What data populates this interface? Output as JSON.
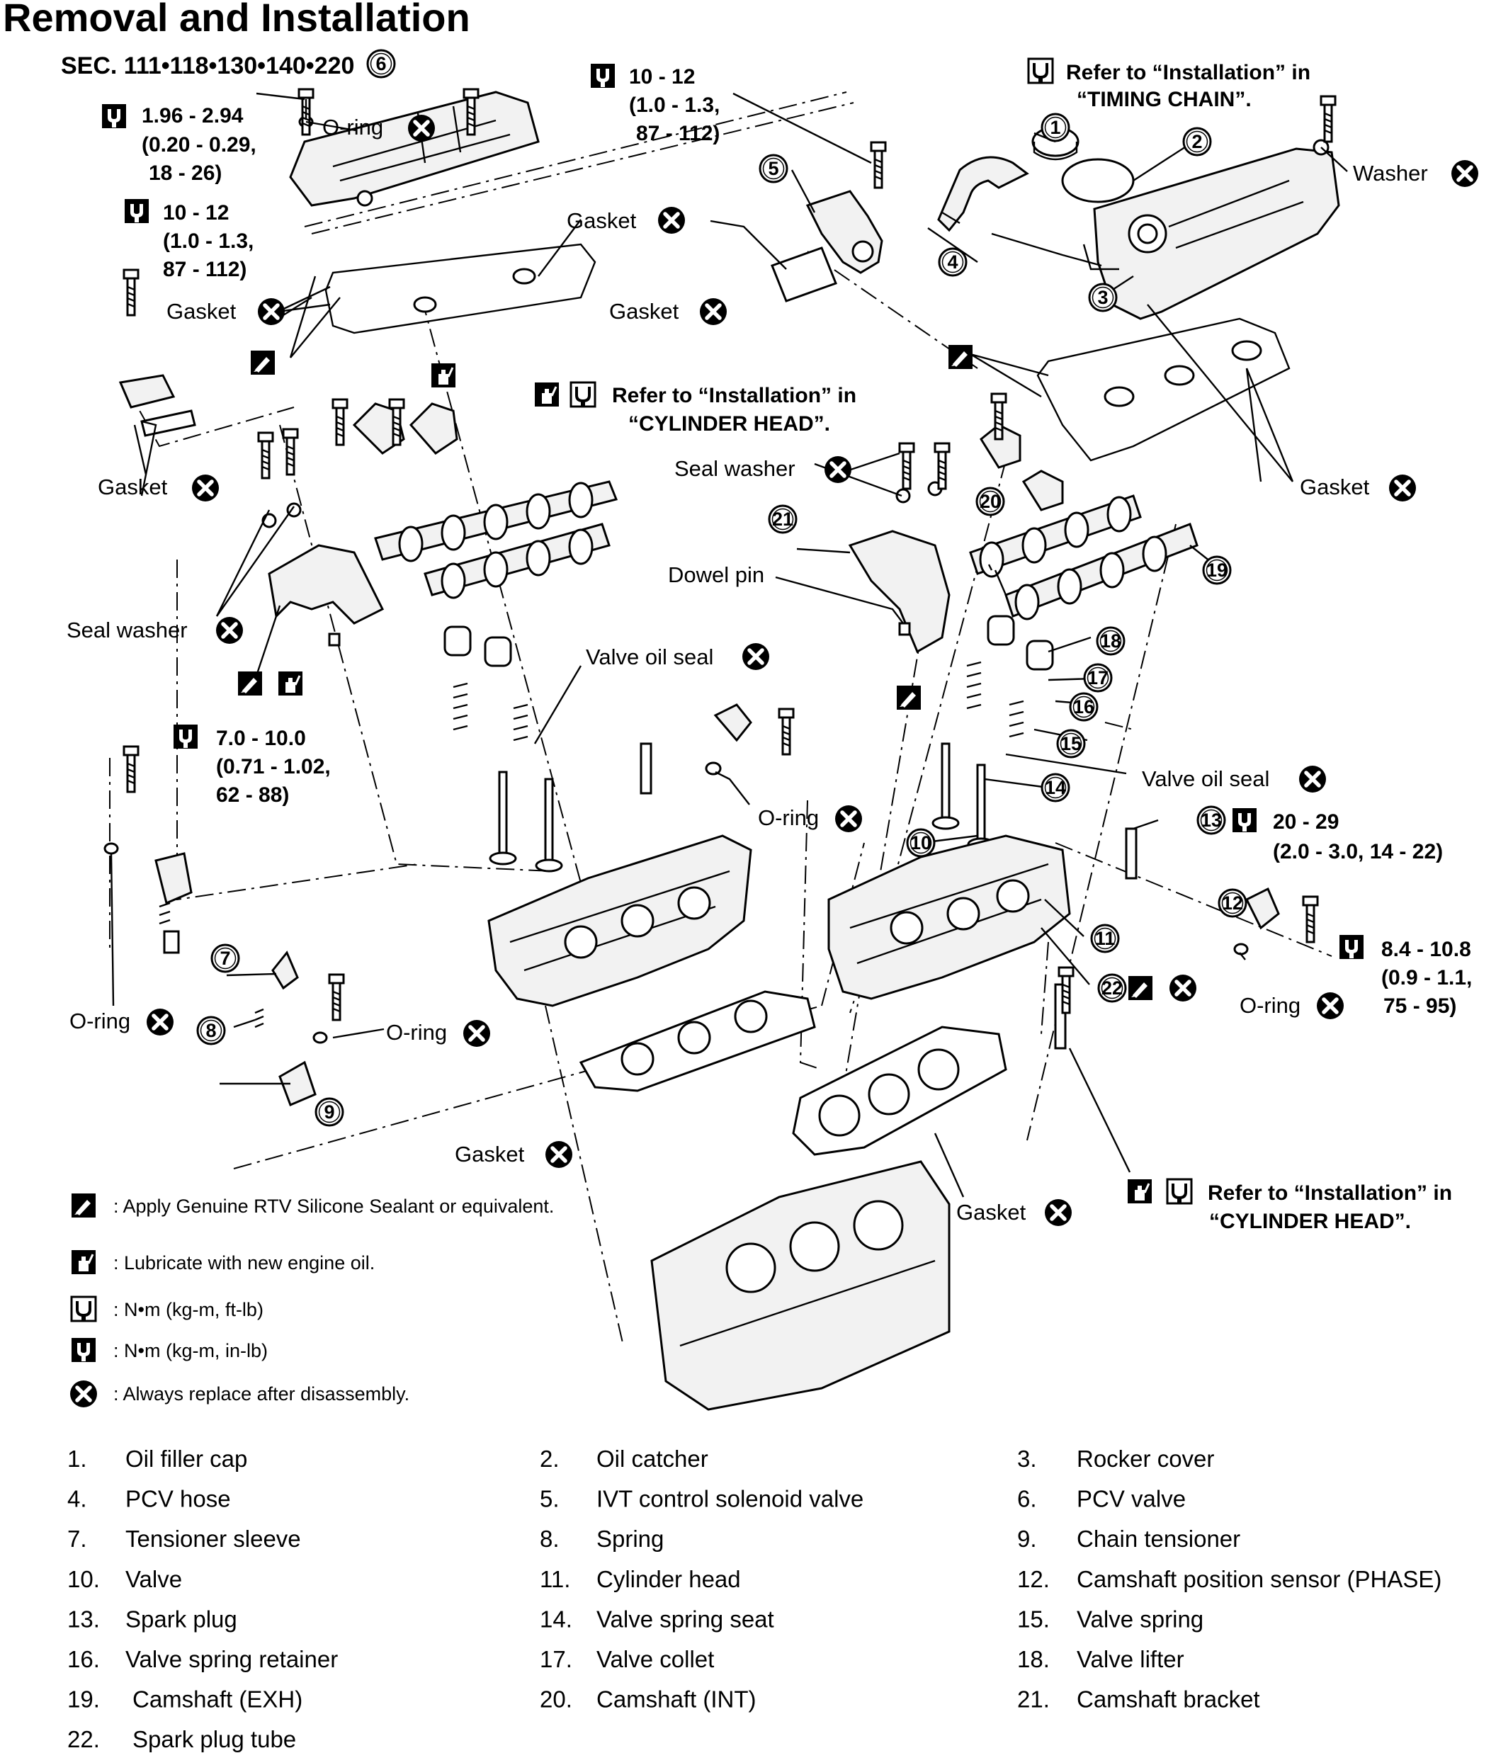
{
  "title": "Removal and Installation",
  "section": "SEC. 111•118•130•140•220",
  "callouts": {
    "torque_6": [
      "1.96 - 2.94",
      "(0.20 - 0.29,",
      "18 - 26)"
    ],
    "torque_left": [
      "10 - 12",
      "(1.0 - 1.3,",
      "87 - 112)"
    ],
    "torque_5": [
      "10 - 12",
      "(1.0 - 1.3,",
      "87 - 112)"
    ],
    "timing_ref": [
      "Refer to “Installation” in",
      "“TIMING CHAIN”."
    ],
    "head_ref_mid": [
      "Refer to “Installation” in",
      "“CYLINDER HEAD”."
    ],
    "torque_9": [
      "7.0 - 10.0",
      "(0.71 - 1.02,",
      "62 - 88)"
    ],
    "torque_13": [
      "20 - 29",
      "(2.0 - 3.0, 14 - 22)"
    ],
    "torque_12": [
      "8.4 - 10.8",
      "(0.9 - 1.1,",
      "75 - 95)"
    ],
    "head_ref_bottom": [
      "Refer to “Installation” in",
      "“CYLINDER HEAD”."
    ]
  },
  "labels": {
    "o_ring": "O-ring",
    "washer": "Washer",
    "gasket": "Gasket",
    "seal_washer": "Seal washer",
    "dowel_pin": "Dowel pin",
    "valve_oil_seal": "Valve oil seal"
  },
  "numbers": [
    "1",
    "2",
    "3",
    "4",
    "5",
    "6",
    "7",
    "8",
    "9",
    "10",
    "11",
    "12",
    "13",
    "14",
    "15",
    "16",
    "17",
    "18",
    "19",
    "20",
    "21",
    "22"
  ],
  "legend": [
    {
      "icon": "sealant",
      "text": ": Apply Genuine RTV Silicone Sealant or equivalent."
    },
    {
      "icon": "oil",
      "text": ": Lubricate with new engine oil."
    },
    {
      "icon": "torque-ftlb",
      "text": ": N•m (kg-m, ft-lb)"
    },
    {
      "icon": "torque-inlb",
      "text": ": N•m (kg-m, in-lb)"
    },
    {
      "icon": "replace",
      "text": ": Always replace after disassembly."
    }
  ],
  "parts": [
    {
      "num": "1.",
      "name": "Oil filler cap"
    },
    {
      "num": "2.",
      "name": "Oil catcher"
    },
    {
      "num": "3.",
      "name": "Rocker cover"
    },
    {
      "num": "4.",
      "name": "PCV hose"
    },
    {
      "num": "5.",
      "name": "IVT control solenoid valve"
    },
    {
      "num": "6.",
      "name": "PCV valve"
    },
    {
      "num": "7.",
      "name": "Tensioner sleeve"
    },
    {
      "num": "8.",
      "name": "Spring"
    },
    {
      "num": "9.",
      "name": "Chain tensioner"
    },
    {
      "num": "10.",
      "name": "Valve"
    },
    {
      "num": "11.",
      "name": "Cylinder head"
    },
    {
      "num": "12.",
      "name": "Camshaft position sensor (PHASE)"
    },
    {
      "num": "13.",
      "name": "Spark plug"
    },
    {
      "num": "14.",
      "name": "Valve spring seat"
    },
    {
      "num": "15.",
      "name": "Valve spring"
    },
    {
      "num": "16.",
      "name": "Valve spring retainer"
    },
    {
      "num": "17.",
      "name": "Valve collet"
    },
    {
      "num": "18.",
      "name": "Valve lifter"
    },
    {
      "num": "19.",
      "name": "Camshaft (EXH)"
    },
    {
      "num": "20.",
      "name": "Camshaft (INT)"
    },
    {
      "num": "21.",
      "name": "Camshaft bracket"
    },
    {
      "num": "22.",
      "name": "Spark plug tube"
    }
  ]
}
